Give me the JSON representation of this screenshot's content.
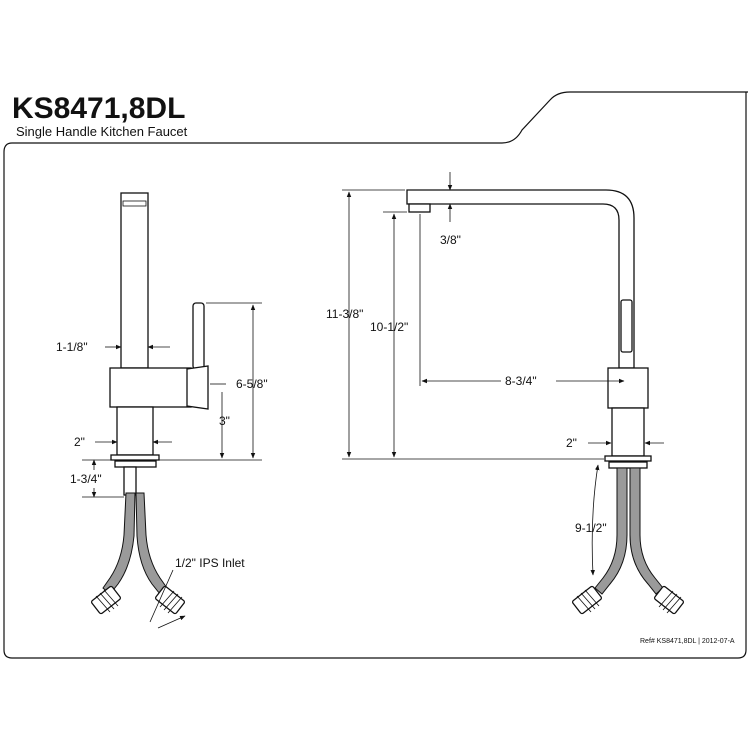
{
  "header": {
    "model": "KS8471,8DL",
    "description": "Single Handle Kitchen Faucet"
  },
  "side_view": {
    "dim_spout_width": "1-1/8\"",
    "dim_handle_height": "6-5/8\"",
    "dim_base_height": "3\"",
    "dim_base_diameter": "2\"",
    "dim_shank_length": "1-3/4\"",
    "dim_inlet": "1/2\" IPS Inlet"
  },
  "front_view": {
    "dim_total_height": "11-3/8\"",
    "dim_spout_height": "10-1/2\"",
    "dim_aerator": "3/8\"",
    "dim_reach": "8-3/4\"",
    "dim_base_diameter": "2\"",
    "dim_hose_length": "9-1/2\""
  },
  "footer": {
    "reference": "Ref# KS8471,8DL | 2012-07-A"
  },
  "colors": {
    "line": "#111111",
    "hose_fill": "#9a9a9a",
    "background": "#ffffff"
  }
}
